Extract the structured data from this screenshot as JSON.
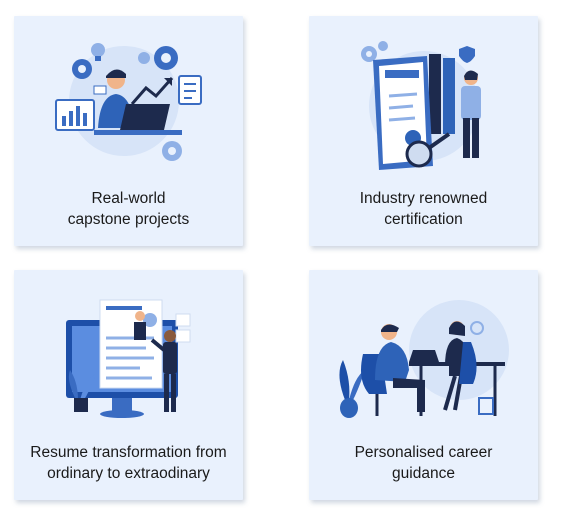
{
  "cards": [
    {
      "title": "Real-world\ncapstone projects",
      "illustration": "person-at-laptop-with-gears-and-charts"
    },
    {
      "title": "Industry renowned\ncertification",
      "illustration": "certificate-with-magnifier-and-person"
    },
    {
      "title": "Resume transformation from\nordinary to extraodinary",
      "illustration": "monitor-with-resume-and-person"
    },
    {
      "title": "Personalised career\nguidance",
      "illustration": "two-people-meeting-at-desk"
    }
  ],
  "colors": {
    "card_bg": "#e9f1fd",
    "primary": "#2e63b8",
    "navy": "#1d2a4d",
    "accent": "#5b8de0"
  }
}
